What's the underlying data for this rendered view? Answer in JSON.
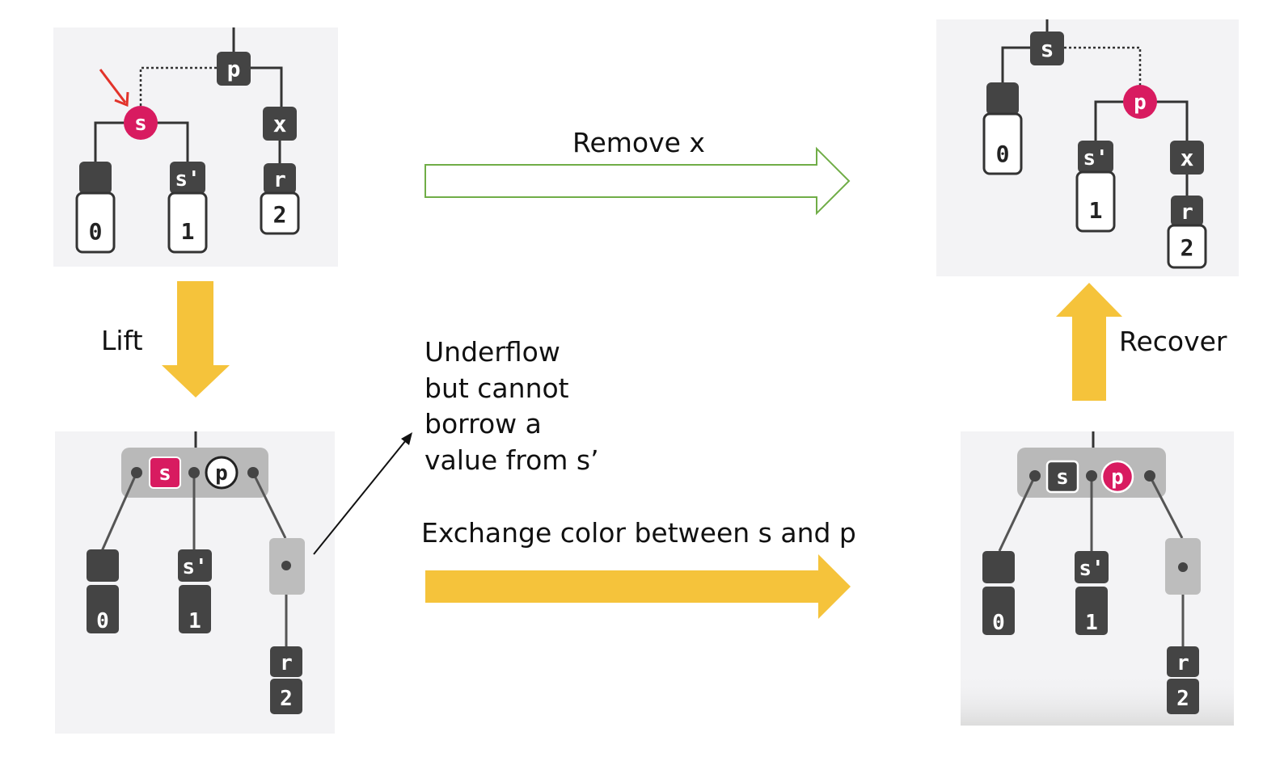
{
  "labels": {
    "remove_x": "Remove x",
    "lift": "Lift",
    "underflow": [
      "Underflow",
      "but cannot",
      "borrow a",
      "value from s’"
    ],
    "exchange": "Exchange color between s and p",
    "recover": "Recover"
  },
  "nodes": {
    "p": "p",
    "s": "s",
    "s_prime": "s'",
    "x": "x",
    "r": "r",
    "zero": "0",
    "one": "1",
    "two": "2"
  },
  "colors": {
    "red_node": "#d81b60",
    "black_node": "#444444",
    "yellow_arrow": "#f5c33b",
    "green_arrow": "#70ad47",
    "panel_bg": "#f3f3f5"
  }
}
